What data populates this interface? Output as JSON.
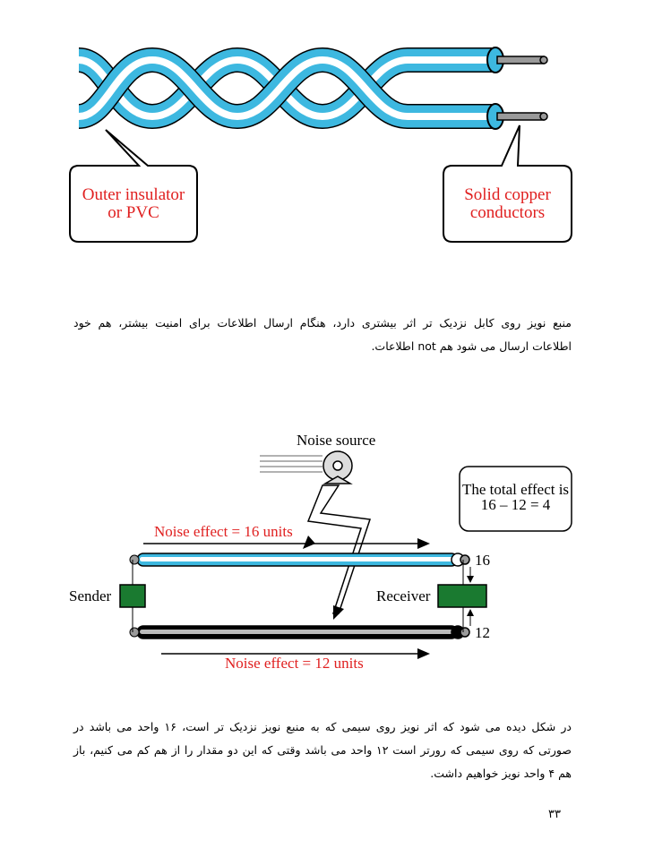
{
  "figure1": {
    "callout_left_line1": "Outer insulator",
    "callout_left_line2": "or PVC",
    "callout_right_line1": "Solid copper",
    "callout_right_line2": "conductors"
  },
  "paragraph1": {
    "line1": "منبع نویز روی کابل نزدیک تر اثر بیشتری دارد، هنگام ارسال اطلاعات برای امنیت بیشتر، هم خود",
    "line2": "اطلاعات ارسال می شود هم not اطلاعات."
  },
  "figure2": {
    "noise_source": "Noise source",
    "total_effect_line1": "The total effect is",
    "total_effect_line2": "16 – 12 = 4",
    "noise_effect_top": "Noise effect = 16 units",
    "noise_effect_bottom": "Noise effect = 12 units",
    "sender": "Sender",
    "receiver": "Receiver",
    "value_top": "16",
    "value_bottom": "12"
  },
  "paragraph2": {
    "line1": "در شکل دیده می شود که اثر نویز روی سیمی که به منبع نویز نزدیک تر است، ۱۶ واحد می باشد در",
    "line2": "صورتی که روی سیمی که رورتر است ۱۲ واحد می باشد وقتی که این دو مقدار را از هم کم می کنیم، باز",
    "line3": "هم ۴ واحد نویز خواهیم داشت."
  },
  "page_number": "۳۳",
  "colors": {
    "cable_blue": "#3db8e0",
    "red_text": "#e02020",
    "green_box": "#1a7a30"
  }
}
